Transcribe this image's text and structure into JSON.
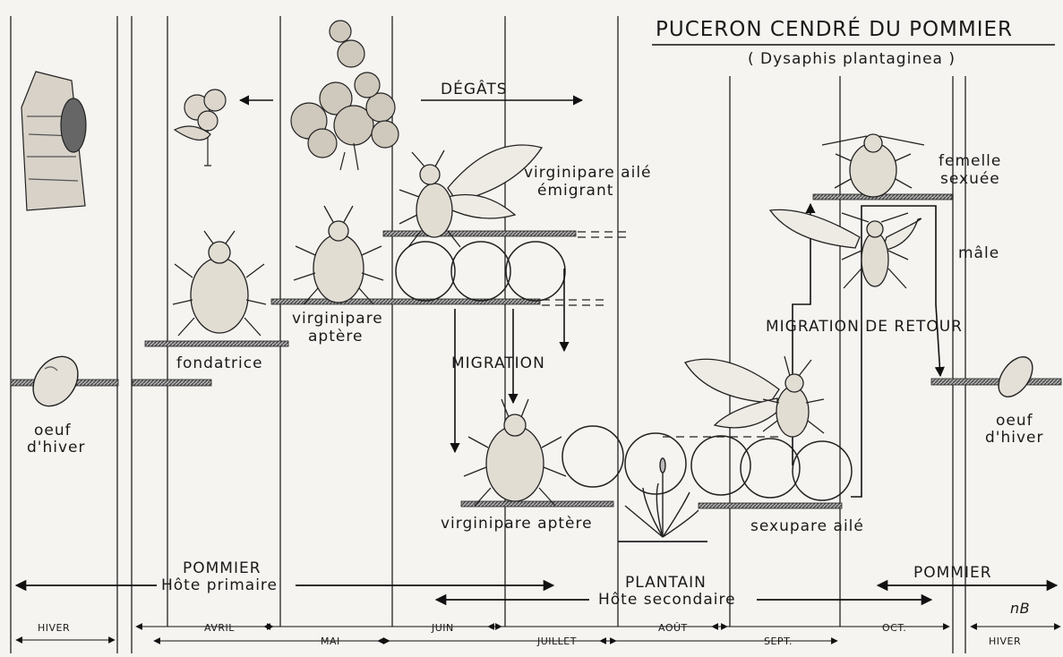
{
  "title": "PUCERON CENDRÉ DU POMMIER",
  "subtitle": "( Dysaphis plantaginea )",
  "signature": "nB",
  "labels": {
    "degats": "DÉGÂTS",
    "virginipare_aile": "virginipare ailé",
    "emigrant": "émigrant",
    "femelle": "femelle",
    "sexuee": "sexuée",
    "male": "mâle",
    "migration_retour": "MIGRATION DE RETOUR",
    "fondatrice": "fondatrice",
    "virginipare": "virginipare",
    "aptere": "aptère",
    "migration": "MIGRATION",
    "oeuf_left": "oeuf",
    "hiver_left": "d'hiver",
    "oeuf_right": "oeuf",
    "hiver_right": "d'hiver",
    "virginipare_aptere": "virginipare aptère",
    "sexupare_aile": "sexupare ailé"
  },
  "hosts": {
    "pommier": "POMMIER",
    "hote_primaire": "Hôte primaire",
    "plantain": "PLANTAIN",
    "hote_secondaire": "Hôte secondaire",
    "pommier_right": "POMMIER"
  },
  "months": [
    "HIVER",
    "AVRIL",
    "MAI",
    "JUIN",
    "JUILLET",
    "AOÛT",
    "SEPT.",
    "OCT.",
    "HIVER"
  ]
}
